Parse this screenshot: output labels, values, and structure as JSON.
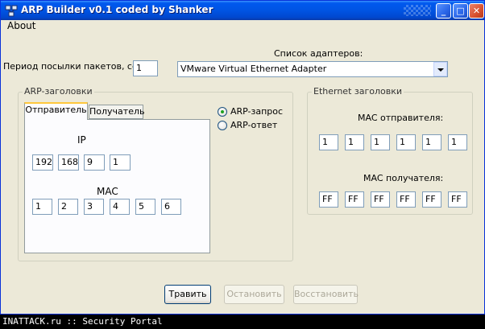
{
  "window": {
    "title": "ARP Builder v0.1 coded by Shanker",
    "minimize_glyph": "_",
    "maximize_glyph": "□",
    "close_glyph": "✕"
  },
  "menu": {
    "about": "About"
  },
  "period": {
    "label": "Период посылки пакетов, сек:",
    "value": "1"
  },
  "adapters": {
    "label": "Список адаптеров:",
    "selected": "VMware Virtual Ethernet Adapter"
  },
  "arp_group": {
    "title": "ARP-заголовки",
    "tabs": [
      "Отправитель",
      "Получатель"
    ],
    "ip_label": "IP",
    "ip_octets": [
      "192",
      "168",
      "9",
      "1"
    ],
    "mac_label": "MAC",
    "mac_bytes": [
      "1",
      "2",
      "3",
      "4",
      "5",
      "6"
    ],
    "radio_request": "ARP-запрос",
    "radio_reply": "ARP-ответ"
  },
  "eth_group": {
    "title": "Ethernet заголовки",
    "sender_label": "MAC отправителя:",
    "sender_bytes": [
      "1",
      "1",
      "1",
      "1",
      "1",
      "1"
    ],
    "receiver_label": "MAC получателя:",
    "receiver_bytes": [
      "FF",
      "FF",
      "FF",
      "FF",
      "FF",
      "FF"
    ]
  },
  "buttons": {
    "start": "Травить",
    "stop": "Остановить",
    "restore": "Восстановить"
  },
  "statusbar": "INATTACK.ru :: Security Portal"
}
